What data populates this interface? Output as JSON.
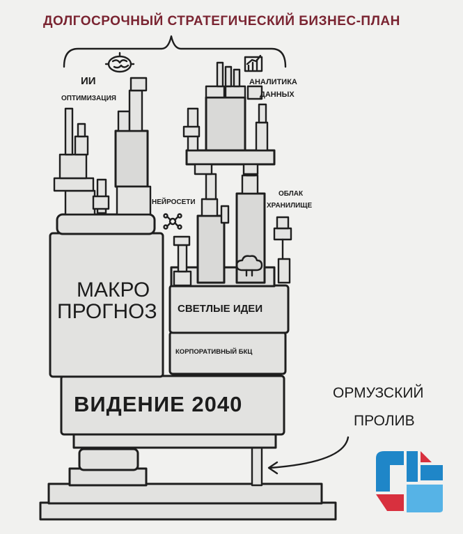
{
  "title": "ДОЛГОСРОЧНЫЙ СТРАТЕГИЧЕСКИЙ БИЗНЕС-ПЛАН",
  "labels": {
    "ai": "ИИ",
    "optimization": "ОПТИМИЗАЦИЯ",
    "analytics_line1": "АНАЛИТИКА",
    "analytics_line2": "ДАННЫХ",
    "neural": "НЕЙРОСЕТИ",
    "cloud_line1": "ОБЛАК",
    "cloud_line2": "ХРАНИЛИЩЕ",
    "macro_line1": "МАКРО",
    "macro_line2": "ПРОГНОЗ",
    "bright_ideas": "СВЕТЛЫЕ ИДЕИ",
    "corporate": "КОРПОРАТИВНЫЙ БКЦ",
    "vision": "ВИДЕНИЕ 2040",
    "hormuz_line1": "ОРМУЗСКИЙ",
    "hormuz_line2": "ПРОЛИВ"
  },
  "colors": {
    "title": "#7a2431",
    "logo_blue": "#1f86c8",
    "logo_red": "#d8303e",
    "logo_lightblue": "#56b3e6"
  },
  "icons": [
    "brain-icon",
    "bar-chart-icon",
    "neural-network-icon",
    "cloud-storage-icon",
    "brand-logo-icon"
  ]
}
